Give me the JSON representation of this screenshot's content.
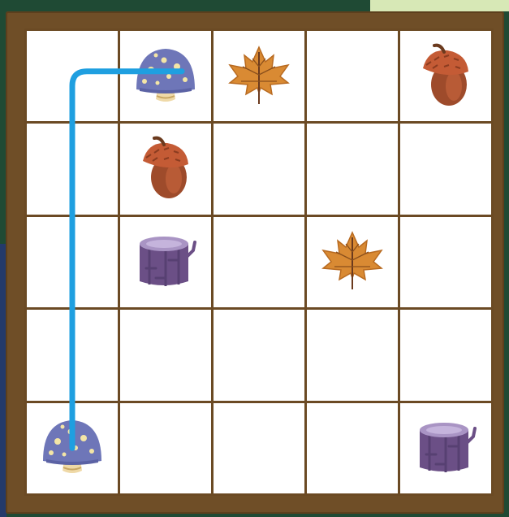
{
  "board": {
    "rows": 5,
    "cols": 5,
    "cells": [
      [
        {
          "item": "empty"
        },
        {
          "item": "mushroom"
        },
        {
          "item": "maple-leaf"
        },
        {
          "item": "empty"
        },
        {
          "item": "acorn"
        }
      ],
      [
        {
          "item": "empty"
        },
        {
          "item": "acorn"
        },
        {
          "item": "empty"
        },
        {
          "item": "empty"
        },
        {
          "item": "empty"
        }
      ],
      [
        {
          "item": "empty"
        },
        {
          "item": "stump"
        },
        {
          "item": "empty"
        },
        {
          "item": "maple-leaf"
        },
        {
          "item": "empty"
        }
      ],
      [
        {
          "item": "empty"
        },
        {
          "item": "empty"
        },
        {
          "item": "empty"
        },
        {
          "item": "empty"
        },
        {
          "item": "empty"
        }
      ],
      [
        {
          "item": "mushroom"
        },
        {
          "item": "empty"
        },
        {
          "item": "empty"
        },
        {
          "item": "empty"
        },
        {
          "item": "stump"
        }
      ]
    ]
  },
  "path": {
    "color": "#1f9fe0",
    "from": {
      "row": 4,
      "col": 0
    },
    "to": {
      "row": 0,
      "col": 1
    },
    "via": [
      {
        "row": 0,
        "col": 0
      }
    ]
  },
  "colors": {
    "frame": "#6f4e27",
    "grid_line": "#6b4a24",
    "cell": "#ffffff",
    "background": "#1f4a34"
  }
}
